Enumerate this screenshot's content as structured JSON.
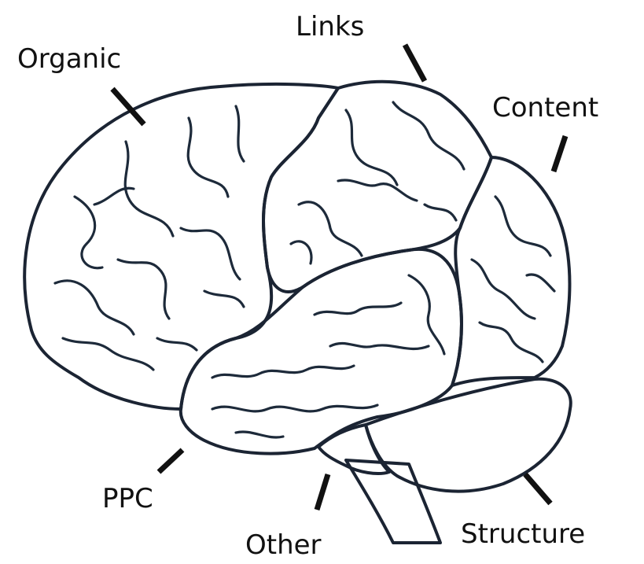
{
  "labels": {
    "organic": "Organic",
    "links": "Links",
    "content": "Content",
    "ppc": "PPC",
    "other": "Other",
    "structure": "Structure"
  },
  "colors": {
    "organic": "#b7cdf7",
    "links": "#ee4a4d",
    "content": "#f8ef2a",
    "ppc": "#5e9a3d",
    "other": "#f59a45",
    "structure": "#e06ee8",
    "brainstem": "#c8c9cc",
    "outline": "#1b2433",
    "text": "#111111"
  }
}
